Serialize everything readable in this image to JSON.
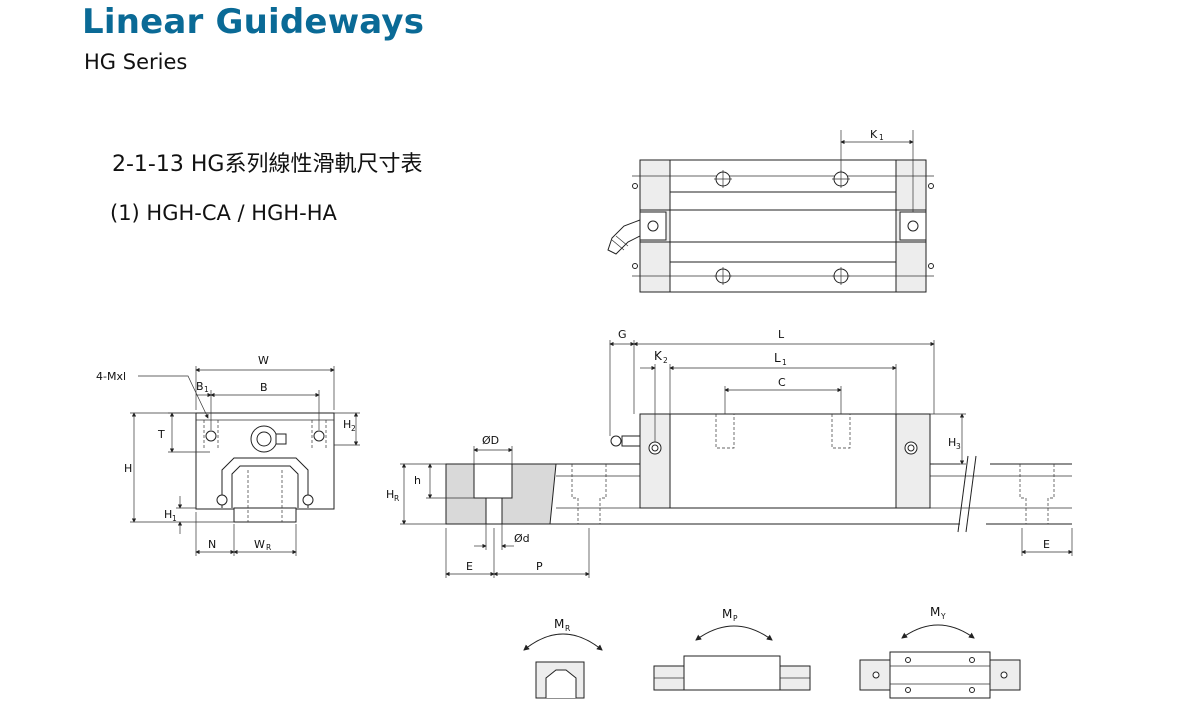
{
  "header": {
    "title": "Linear Guideways",
    "subtitle": "HG Series"
  },
  "section": {
    "heading": "2-1-13 HG系列線性滑軌尺寸表",
    "subheading": "(1) HGH-CA / HGH-HA"
  },
  "front_view_labels": {
    "thread": "4-Mxl",
    "w": "W",
    "b1": "B",
    "b1_sub": "1",
    "b": "B",
    "t": "T",
    "h2": "H",
    "h2_sub": "2",
    "h": "H",
    "h1": "H",
    "h1_sub": "1",
    "n": "N",
    "wr": "W",
    "wr_sub": "R"
  },
  "top_view_labels": {
    "k1": "K",
    "k1_sub": "1"
  },
  "side_view_labels": {
    "g": "G",
    "l": "L",
    "k2": "K",
    "k2_sub": "2",
    "l1": "L",
    "l1_sub": "1",
    "c": "C",
    "h3": "H",
    "h3_sub": "3",
    "od_big": "ØD",
    "od_small": "Ød",
    "hr": "H",
    "hr_sub": "R",
    "h_small": "h",
    "e_left": "E",
    "p": "P",
    "e_right": "E"
  },
  "moment_labels": {
    "mr": "M",
    "mr_sub": "R",
    "mp": "M",
    "mp_sub": "P",
    "my": "M",
    "my_sub": "Y"
  },
  "colors": {
    "title": "#0a6a96",
    "section_fill": "#d9d9d9"
  }
}
